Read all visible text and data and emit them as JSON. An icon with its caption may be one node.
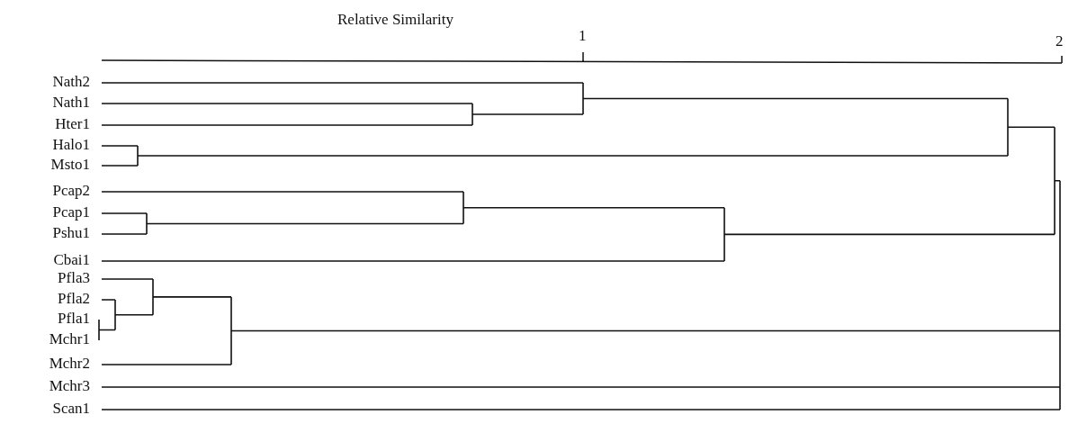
{
  "diagram": {
    "labels": [
      "Relative Similarity",
      "1",
      "2",
      "Nath2",
      "Nath1",
      "Hter1",
      "Halo1",
      "Msto1",
      "Pcap2",
      "Pcap1",
      "Pshu1",
      "Cbai1",
      "Pfla3",
      "Pfla2",
      "Pfla1",
      "Mchr1",
      "Mchr2",
      "Mchr3",
      "Scan1"
    ]
  }
}
